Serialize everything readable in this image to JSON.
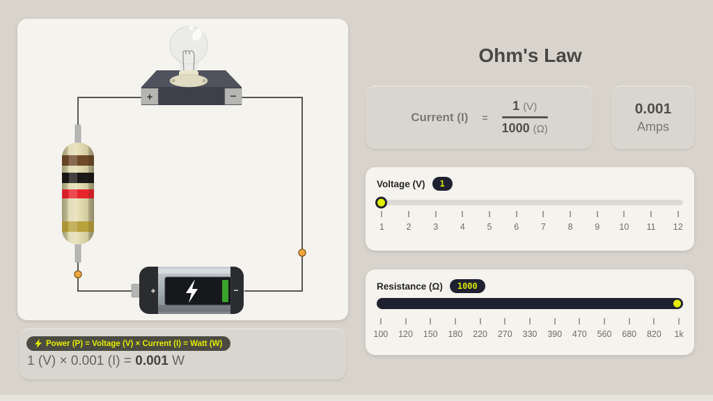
{
  "title": "Ohm's Law",
  "formula": {
    "lhs": "Current (I)",
    "equals": "=",
    "numerator_value": "1",
    "numerator_unit": "(V)",
    "denominator_value": "1000",
    "denominator_unit": "(Ω)"
  },
  "result": {
    "value": "0.001",
    "unit": "Amps"
  },
  "voltage": {
    "label": "Voltage (V)",
    "value": "1",
    "min": 1,
    "max": 12,
    "ticks": [
      "1",
      "2",
      "3",
      "4",
      "5",
      "6",
      "7",
      "8",
      "9",
      "10",
      "11",
      "12"
    ]
  },
  "resistance": {
    "label": "Resistance (Ω)",
    "value": "1000",
    "ticks": [
      "100",
      "120",
      "150",
      "180",
      "220",
      "270",
      "330",
      "390",
      "470",
      "560",
      "680",
      "820",
      "1k"
    ]
  },
  "power": {
    "label": "Power (P) = Voltage (V) × Current (I) = Watt (W)",
    "equation_prefix": "1 (V) × 0.001 (I) = ",
    "equation_value": "0.001",
    "equation_unit": " W"
  },
  "circuit": {
    "bulb_terminal_plus": "+",
    "bulb_terminal_minus": "−",
    "battery_plus": "+",
    "battery_minus": "−",
    "resistor_bands": [
      "brown",
      "black",
      "red",
      "gold"
    ]
  },
  "colors": {
    "accent_yellow": "#e2ee00",
    "badge_dark": "#1f2130",
    "battery_charge_green": "#39a32b",
    "junction_orange": "#f2a43e",
    "background": "#d8d4cc",
    "panel": "#f5f3ee",
    "box_gray": "#d9d6d0"
  }
}
